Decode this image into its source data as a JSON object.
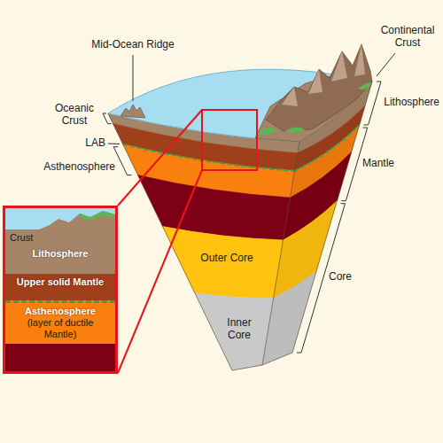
{
  "diagram": {
    "nodes": [
      {
        "text": [
          "Crust",
          "Lithosphere"
        ]
      },
      {
        "text": [
          "Upper solid Mantle"
        ]
      },
      {
        "text": [
          "Asthenosphere",
          "(layer of ductile Mantle)"
        ]
      },
      {
        "text": [
          "Outer Core"
        ]
      },
      {
        "text": [
          "Inner Core"
        ]
      }
    ],
    "labels": [
      "Mid-Ocean Ridge",
      "Continental Crust",
      "Lithosphere",
      "Oceanic Crust",
      "LAB",
      "Asthenosphere",
      "Mantle",
      "Core"
    ]
  }
}
